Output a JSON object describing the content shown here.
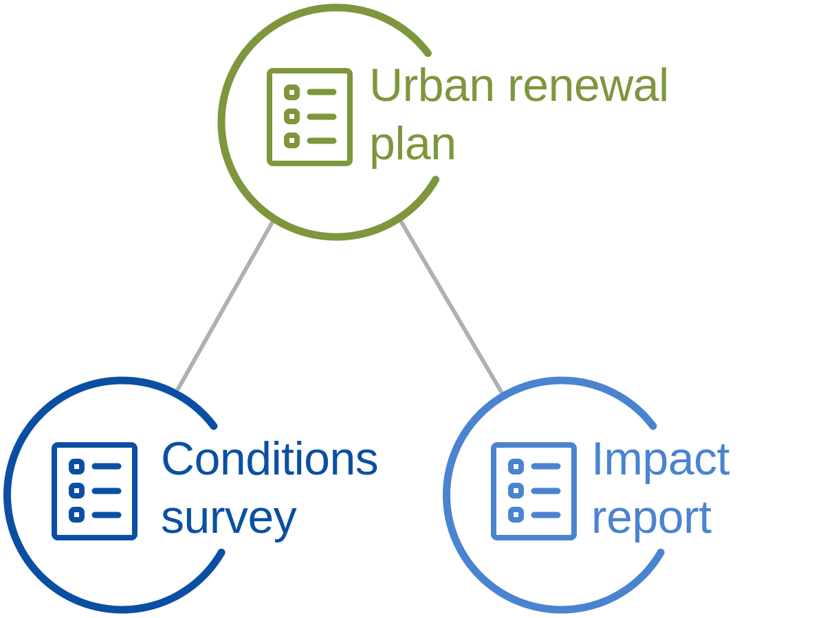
{
  "diagram": {
    "type": "relationship-network",
    "connector_color": "#aeb1b3",
    "nodes": [
      {
        "id": "urban-renewal-plan",
        "label_line1": "Urban renewal",
        "label_line2": "plan",
        "icon": "checklist-document-icon",
        "color": "#7e963c",
        "position": "top"
      },
      {
        "id": "conditions-survey",
        "label_line1": "Conditions",
        "label_line2": "survey",
        "icon": "checklist-document-icon",
        "color": "#0a4fa3",
        "position": "bottom-left"
      },
      {
        "id": "impact-report",
        "label_line1": "Impact",
        "label_line2": "report",
        "icon": "checklist-document-icon",
        "color": "#4a83d0",
        "position": "bottom-right"
      }
    ],
    "edges": [
      {
        "from": "urban-renewal-plan",
        "to": "conditions-survey"
      },
      {
        "from": "urban-renewal-plan",
        "to": "impact-report"
      }
    ]
  }
}
